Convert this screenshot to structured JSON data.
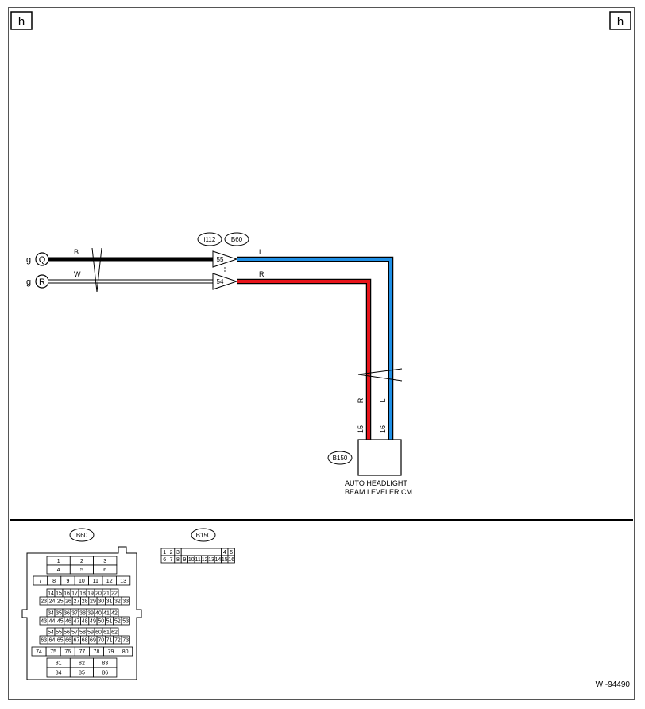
{
  "page_marker_left": "h",
  "page_marker_right": "h",
  "terminals": [
    {
      "letter": "g",
      "symbol": "Q",
      "wire_color": "B"
    },
    {
      "letter": "g",
      "symbol": "R",
      "wire_color": "W"
    }
  ],
  "connector_tags": {
    "upper": "i112",
    "lower": "B60"
  },
  "pins": {
    "p55": "55",
    "p54": "54",
    "p15": "15",
    "p16": "16"
  },
  "wire_colors": {
    "upper_right": "L",
    "lower_right": "R",
    "vert_left": "R",
    "vert_right": "L"
  },
  "component": {
    "tag": "B150",
    "name_line1": "AUTO HEADLIGHT",
    "name_line2": "BEAM LEVELER CM"
  },
  "colors": {
    "blue_wire": "#1E8FE6",
    "red_wire": "#E8141B",
    "black_wire": "#000000"
  },
  "connector_views": {
    "b60": {
      "tag": "B60",
      "rows": [
        [
          "1",
          "2",
          "3"
        ],
        [
          "4",
          "5",
          "6"
        ],
        [
          "7",
          "8",
          "9",
          "10",
          "11",
          "12",
          "13"
        ],
        [
          "14",
          "15",
          "16",
          "17",
          "18",
          "19",
          "20",
          "21",
          "22"
        ],
        [
          "23",
          "24",
          "25",
          "26",
          "27",
          "28",
          "29",
          "30",
          "31",
          "32",
          "33"
        ],
        [
          "34",
          "35",
          "36",
          "37",
          "38",
          "39",
          "40",
          "41",
          "42"
        ],
        [
          "43",
          "44",
          "45",
          "46",
          "47",
          "48",
          "49",
          "50",
          "51",
          "52",
          "53"
        ],
        [
          "54",
          "55",
          "56",
          "57",
          "58",
          "59",
          "60",
          "61",
          "62"
        ],
        [
          "63",
          "64",
          "65",
          "66",
          "67",
          "68",
          "69",
          "70",
          "71",
          "72",
          "73"
        ],
        [
          "74",
          "75",
          "76",
          "77",
          "78",
          "79",
          "80"
        ],
        [
          "81",
          "82",
          "83"
        ],
        [
          "84",
          "85",
          "86"
        ]
      ]
    },
    "b150": {
      "tag": "B150",
      "top_left": [
        "1",
        "2",
        "3"
      ],
      "top_right": [
        "4",
        "5"
      ],
      "bottom": [
        "6",
        "7",
        "8",
        "9",
        "10",
        "11",
        "12",
        "13",
        "14",
        "15",
        "16"
      ]
    }
  },
  "figure_id": "WI-94490"
}
